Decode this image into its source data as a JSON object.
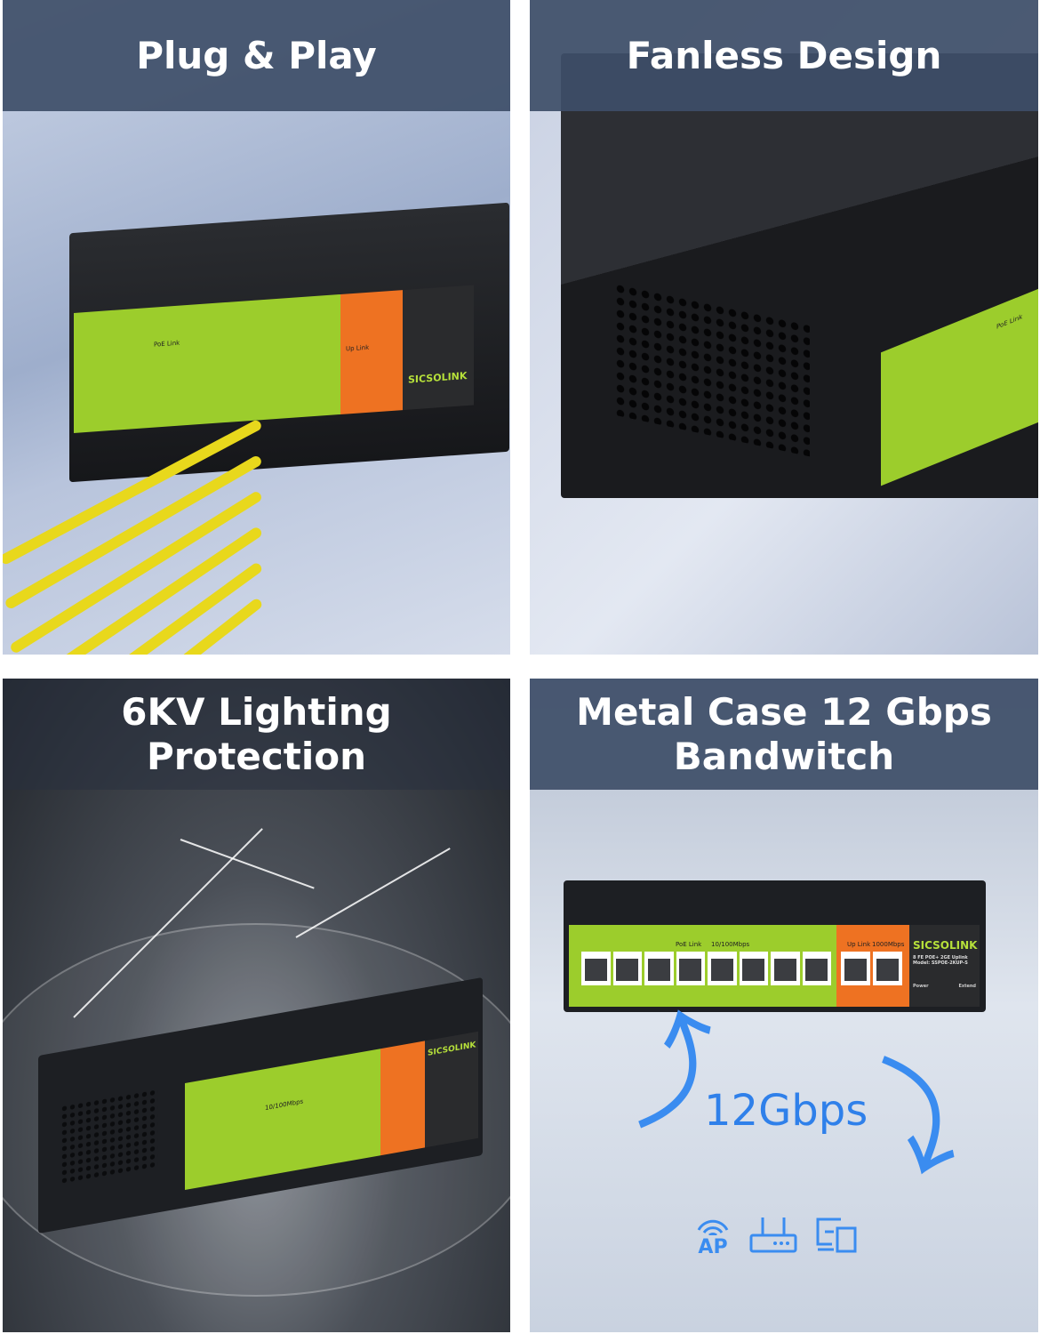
{
  "panels": [
    {
      "title": "Plug & Play"
    },
    {
      "title": "Fanless Design"
    },
    {
      "title_lines": [
        "6KV Lighting",
        "Protection"
      ]
    },
    {
      "title_lines": [
        "Metal Case 12 Gbps",
        "Bandwitch"
      ],
      "speed_label": "12Gbps"
    }
  ],
  "device": {
    "brand": "SICSOLINK",
    "poe_label": "PoE Link",
    "poe_speed": "10/100Mbps",
    "uplink_label": "Up Link",
    "uplink_speed": "1000Mbps",
    "model_line1": "8 FE POE+ 2GE Uplink",
    "model_line2": "Model: SSPOE-2KUP-S",
    "power": "Power",
    "extend": "Extend",
    "poe_ports": 8,
    "uplink_ports": 2
  },
  "icons": [
    "wifi-ap-icon",
    "router-icon",
    "devices-icon"
  ],
  "icon_text": {
    "ap": "AP"
  },
  "colors": {
    "header": "#3e4e68",
    "poe_green": "#9ccd2c",
    "uplink_orange": "#ee7222",
    "accent_blue": "#2f80ea"
  }
}
